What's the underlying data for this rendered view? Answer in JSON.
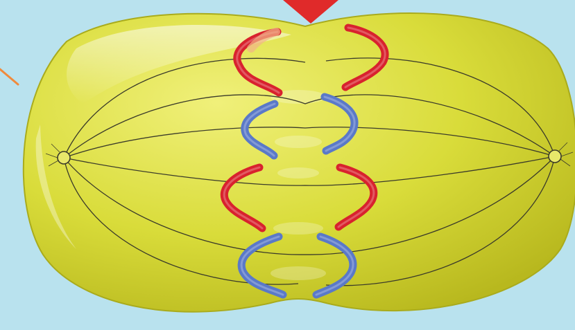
{
  "colors": {
    "background": "#b9e2ee",
    "cell_fill_light": "#f0f07a",
    "cell_fill_mid": "#d9dc3a",
    "cell_fill_dark": "#b8b81e",
    "cell_outline": "#a9ab1c",
    "spindle_fiber": "#3a3a2a",
    "chromatid_red": "#d8222e",
    "chromatid_blue": "#5a79c8",
    "arrow_red": "#e02a2a",
    "pointer_orange": "#f08a3c"
  },
  "icons": {
    "cleavage_arrow": "down-arrow-icon",
    "pointer_line": "pointer-line"
  },
  "chromatid_pairs": [
    {
      "color": "red"
    },
    {
      "color": "blue"
    },
    {
      "color": "red"
    },
    {
      "color": "blue"
    }
  ]
}
